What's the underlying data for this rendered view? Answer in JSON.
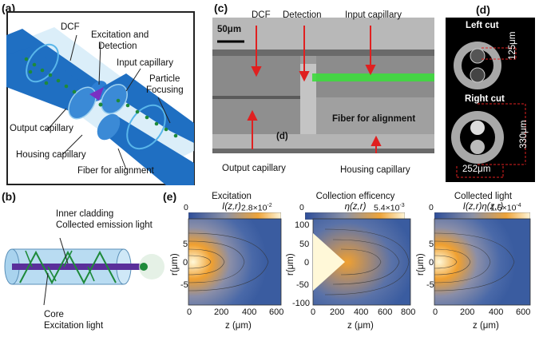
{
  "panel_labels": {
    "a": "(a)",
    "b": "(b)",
    "c": "(c)",
    "d": "(d)",
    "e": "(e)"
  },
  "panel_a": {
    "labels": {
      "dcf": "DCF",
      "excitation_detection_1": "Excitation and",
      "excitation_detection_2": "Detection",
      "input_capillary": "Input capillary",
      "particle_focusing_1": "Particle",
      "particle_focusing_2": "Focusing",
      "output_capillary": "Output capillary",
      "housing_capillary": "Housing capillary",
      "fiber_alignment": "Fiber for alignment"
    },
    "colors": {
      "fiber": "#1f6fc2",
      "housing": "#bfe0f4",
      "particle": "#1e8a3a",
      "frame": "#222222"
    }
  },
  "panel_b": {
    "labels": {
      "inner_cladding": "Inner cladding",
      "collected_emission": "Collected emission light",
      "core": "Core",
      "excitation_light": "Excitation light"
    },
    "colors": {
      "tube": "#a9d3ee",
      "core": "#5a2f9a",
      "arrow": "#1e8a3a"
    }
  },
  "panel_c": {
    "labels": {
      "scale": "50μm",
      "dcf": "DCF",
      "detection": "Detection",
      "input_capillary": "Input capillary",
      "fiber_alignment": "Fiber for alignment",
      "output_capillary": "Output capillary",
      "housing_capillary": "Housing capillary",
      "inset_mark": "(d)"
    },
    "colors": {
      "arrow": "#e02020",
      "beam": "#3ddc3d"
    }
  },
  "panel_d": {
    "labels": {
      "left_cut": "Left cut",
      "right_cut": "Right cut",
      "dim_125": "125μm",
      "dim_330": "330μm",
      "dim_252": "252μm"
    },
    "colors": {
      "dash": "#e02020"
    }
  },
  "panel_e": {
    "plots": [
      {
        "title": "Excitation",
        "expr": "I(z,r)",
        "cmax": "2.8×10",
        "cexp": "-2",
        "cmin": "0",
        "ylabel": "r(μm)",
        "xlabel": "z (μm)",
        "yticks": [
          "5",
          "0",
          "-5"
        ],
        "xticks": [
          "0",
          "200",
          "400",
          "600"
        ]
      },
      {
        "title": "Collection efficency",
        "expr": "η(z,r)",
        "cmax": "5.4×10",
        "cexp": "-3",
        "cmin": "0",
        "ylabel": "r(μm)",
        "xlabel": "z (μm)",
        "yticks": [
          "100",
          "50",
          "0",
          "-50",
          "-100"
        ],
        "xticks": [
          "0",
          "200",
          "400",
          "600",
          "800"
        ]
      },
      {
        "title": "Collected light",
        "expr": "I(z,r)η(z,r)",
        "cmax": "1.5×10",
        "cexp": "-4",
        "cmin": "0",
        "ylabel": "r(μm)",
        "xlabel": "z (μm)",
        "yticks": [
          "5",
          "0",
          "-5"
        ],
        "xticks": [
          "0",
          "200",
          "400",
          "600"
        ]
      }
    ],
    "colors": {
      "low": "#4a69a8",
      "mid": "#7e8da8",
      "high": "#f0a030",
      "peak": "#fff8d8"
    }
  }
}
